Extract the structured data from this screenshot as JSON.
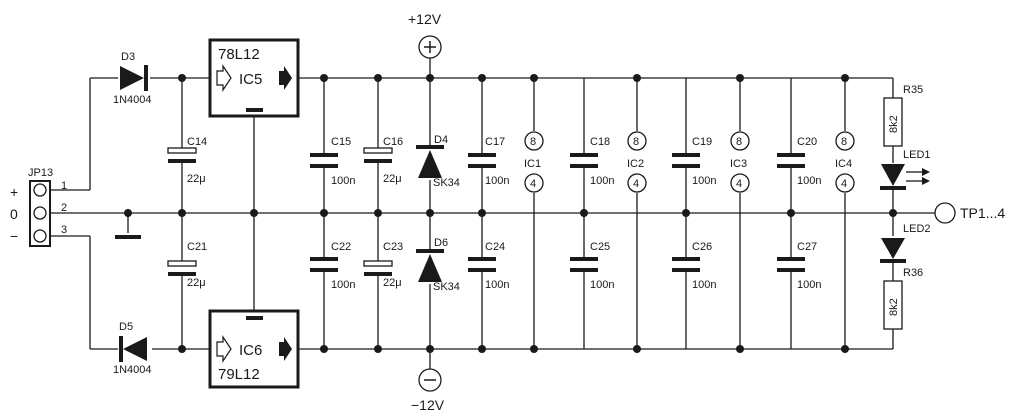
{
  "connector": {
    "name": "JP13",
    "pins": [
      "1",
      "2",
      "3"
    ],
    "signs": [
      "+",
      "0",
      "−"
    ]
  },
  "diodes": {
    "d3": {
      "ref": "D3",
      "value": "1N4004"
    },
    "d5": {
      "ref": "D5",
      "value": "1N4004"
    },
    "d4": {
      "ref": "D4",
      "value": "SK34"
    },
    "d6": {
      "ref": "D6",
      "value": "SK34"
    }
  },
  "regulators": {
    "ic5": {
      "ref": "IC5",
      "part": "78L12"
    },
    "ic6": {
      "ref": "IC6",
      "part": "79L12"
    }
  },
  "rails": {
    "positive": "+12V",
    "negative": "−12V"
  },
  "caps": {
    "c14": {
      "ref": "C14",
      "value": "22μ"
    },
    "c21": {
      "ref": "C21",
      "value": "22μ"
    },
    "c15": {
      "ref": "C15",
      "value": "100n"
    },
    "c22": {
      "ref": "C22",
      "value": "100n"
    },
    "c16": {
      "ref": "C16",
      "value": "22μ"
    },
    "c23": {
      "ref": "C23",
      "value": "22μ"
    },
    "c17": {
      "ref": "C17",
      "value": "100n"
    },
    "c24": {
      "ref": "C24",
      "value": "100n"
    },
    "c18": {
      "ref": "C18",
      "value": "100n"
    },
    "c25": {
      "ref": "C25",
      "value": "100n"
    },
    "c19": {
      "ref": "C19",
      "value": "100n"
    },
    "c26": {
      "ref": "C26",
      "value": "100n"
    },
    "c20": {
      "ref": "C20",
      "value": "100n"
    },
    "c27": {
      "ref": "C27",
      "value": "100n"
    }
  },
  "ics": {
    "ic1": {
      "ref": "IC1",
      "pin_top": "8",
      "pin_bottom": "4"
    },
    "ic2": {
      "ref": "IC2",
      "pin_top": "8",
      "pin_bottom": "4"
    },
    "ic3": {
      "ref": "IC3",
      "pin_top": "8",
      "pin_bottom": "4"
    },
    "ic4": {
      "ref": "IC4",
      "pin_top": "8",
      "pin_bottom": "4"
    }
  },
  "resistors": {
    "r35": {
      "ref": "R35",
      "value": "8k2"
    },
    "r36": {
      "ref": "R36",
      "value": "8k2"
    }
  },
  "leds": {
    "led1": "LED1",
    "led2": "LED2"
  },
  "testpoint": "TP1...4"
}
